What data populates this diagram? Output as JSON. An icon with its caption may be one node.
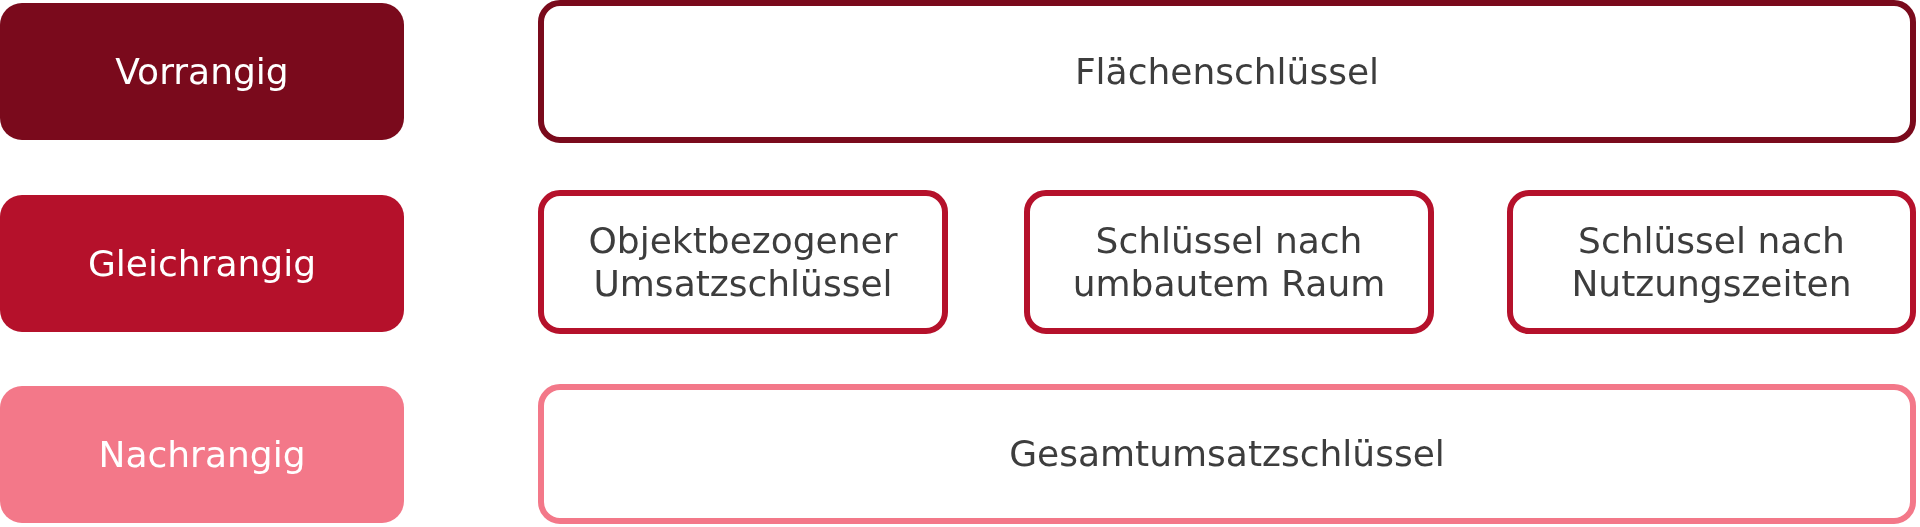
{
  "diagram": {
    "nodes": [
      {
        "text": [
          "Vorrangig"
        ]
      },
      {
        "text": [
          "Flächenschlüssel"
        ]
      },
      {
        "text": [
          "Gleichrangig"
        ]
      },
      {
        "text": [
          "Objektbezogener Umsatzschlüssel"
        ]
      },
      {
        "text": [
          "Schlüssel nach umbautem Raum"
        ]
      },
      {
        "text": [
          "Schlüssel nach Nutzungszeiten"
        ]
      },
      {
        "text": [
          "Nachrangig"
        ]
      },
      {
        "text": [
          "Gesamtumsatzschlüssel"
        ]
      }
    ]
  }
}
